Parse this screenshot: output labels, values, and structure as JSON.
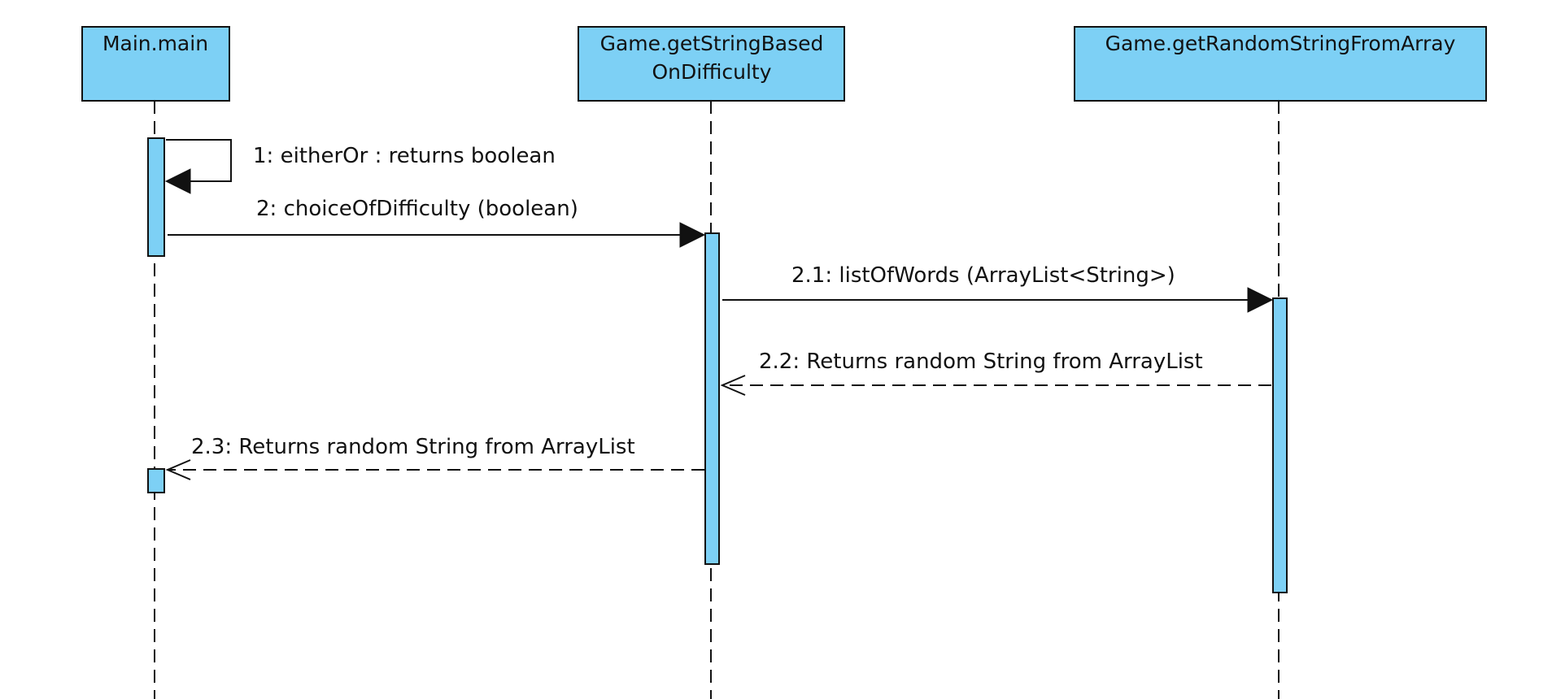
{
  "lifelines": [
    {
      "id": "main",
      "label_lines": [
        "Main.main"
      ]
    },
    {
      "id": "difficulty",
      "label_lines": [
        "Game.getStringBased",
        "OnDifficulty"
      ]
    },
    {
      "id": "random",
      "label_lines": [
        "Game.getRandomStringFromArray"
      ]
    }
  ],
  "messages": [
    {
      "id": "m1",
      "label": "1: eitherOr : returns boolean"
    },
    {
      "id": "m2",
      "label": "2: choiceOfDifficulty (boolean)"
    },
    {
      "id": "m21",
      "label": "2.1: listOfWords (ArrayList<String>)"
    },
    {
      "id": "m22",
      "label": "2.2: Returns random String from ArrayList"
    },
    {
      "id": "m23",
      "label": "2.3: Returns random String from ArrayList"
    }
  ],
  "colors": {
    "box_fill": "#7dd0f5",
    "stroke": "#111111"
  }
}
